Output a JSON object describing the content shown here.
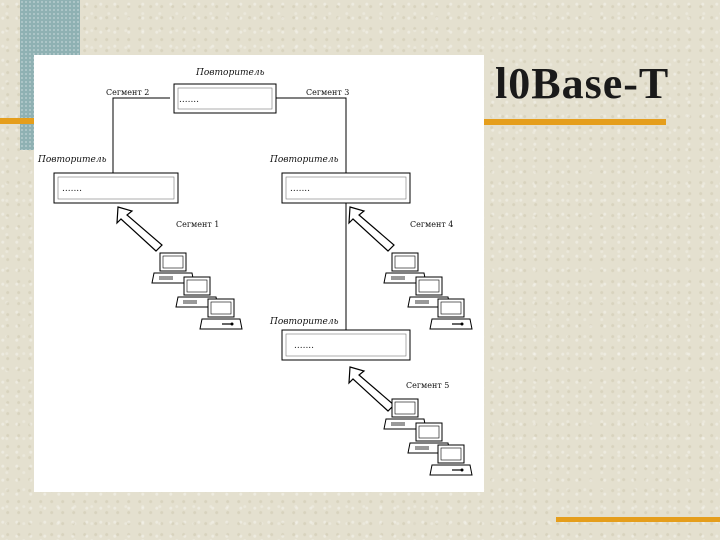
{
  "slide": {
    "title": "l0Base-T"
  },
  "diagram": {
    "repeater_label": "Повторитель",
    "repeater_dots": ".......",
    "segments": {
      "s1": "Сегмент 1",
      "s2": "Сегмент 2",
      "s3": "Сегмент 3",
      "s4": "Сегмент 4",
      "s5": "Сегмент 5"
    }
  }
}
